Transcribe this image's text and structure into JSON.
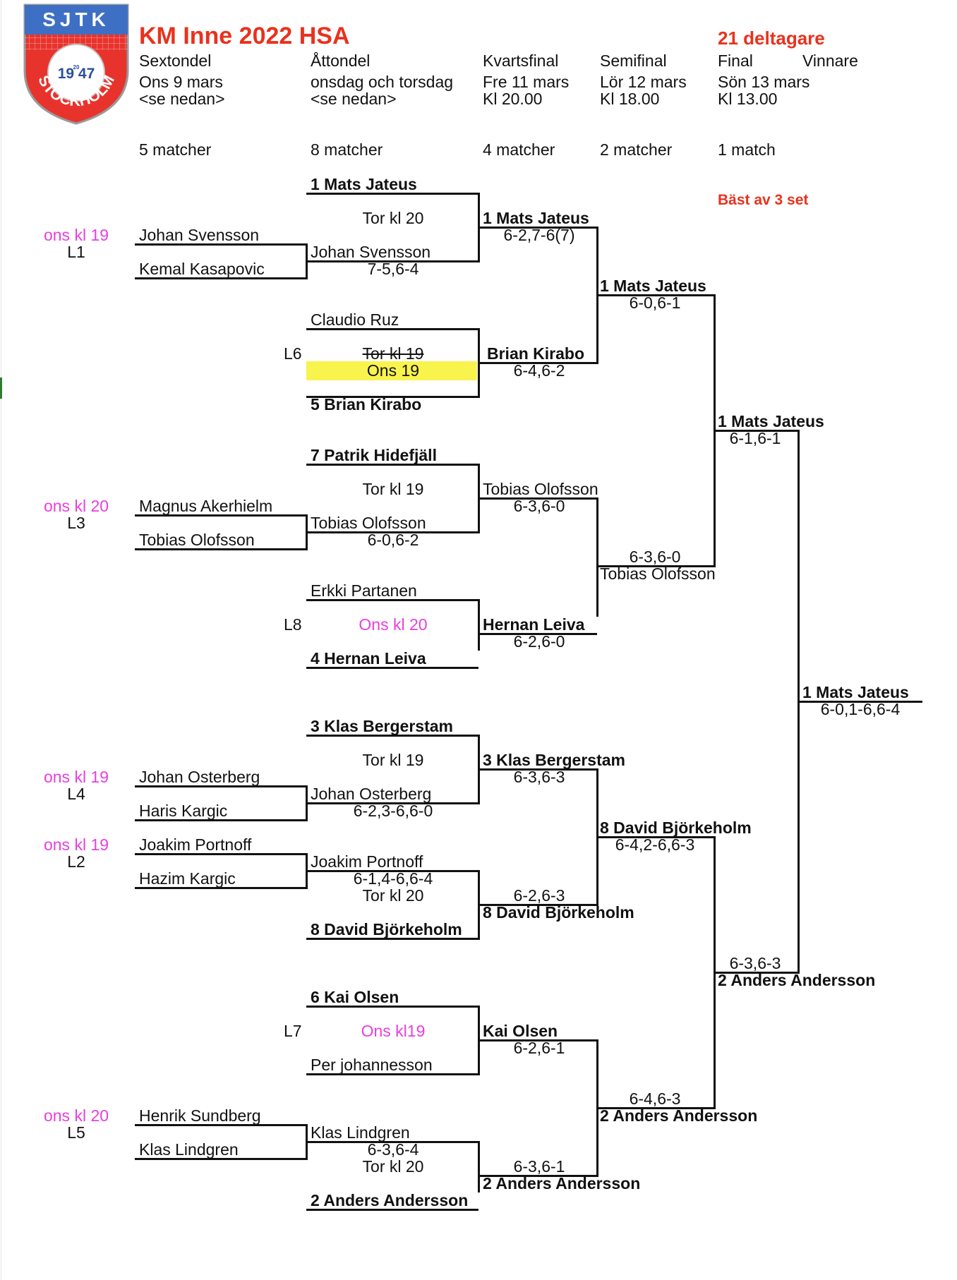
{
  "logo": {
    "text": "SJTK",
    "year": "19 47",
    "year_mid": "20",
    "city": "STOCKHOLM",
    "colors": {
      "blue": "#3d6fc4",
      "red": "#e8332c"
    }
  },
  "header": {
    "title": "KM Inne 2022 HSA",
    "participants": "21 deltagare",
    "best_of": "Bäst av 3 set"
  },
  "rounds": [
    {
      "name": "Sextondel",
      "date": "Ons 9 mars",
      "time": "<se nedan>",
      "matches": "5 matcher"
    },
    {
      "name": "Åttondel",
      "date": "onsdag och torsdag",
      "time": "<se nedan>",
      "matches": "8 matcher"
    },
    {
      "name": "Kvartsfinal",
      "date": "Fre 11 mars",
      "time": "Kl 20.00",
      "matches": "4 matcher"
    },
    {
      "name": "Semifinal",
      "date": "Lör 12 mars",
      "time": "Kl 18.00",
      "matches": "2 matcher"
    },
    {
      "name": "Final",
      "date": "Sön 13 mars",
      "time": "Kl 13.00",
      "matches": "1 match"
    },
    {
      "name": "Vinnare"
    }
  ],
  "sextondel": [
    {
      "time": "ons kl 19",
      "code": "L1",
      "p1": "Johan Svensson",
      "p2": "Kemal Kasapovic"
    },
    {
      "time": "ons kl 20",
      "code": "L3",
      "p1": "Magnus Akerhielm",
      "p2": "Tobias Olofsson"
    },
    {
      "time": "ons kl 19",
      "code": "L4",
      "p1": "Johan Osterberg",
      "p2": "Haris Kargic"
    },
    {
      "time": "ons kl 19",
      "code": "L2",
      "p1": "Joakim Portnoff",
      "p2": "Hazim Kargic"
    },
    {
      "time": "ons kl 20",
      "code": "L5",
      "p1": "Henrik Sundberg",
      "p2": "Klas Lindgren"
    }
  ],
  "attondel": [
    {
      "p1": "1 Mats Jateus",
      "time": "Tor kl 20",
      "p2": "Johan Svensson",
      "score": "7-5,6-4"
    },
    {
      "p1": "Claudio Ruz",
      "code": "L6",
      "time_struck": "Tor kl 19",
      "time": "Ons 19",
      "p2": "5 Brian Kirabo"
    },
    {
      "p1": "7 Patrik Hidefjäll",
      "time": "Tor kl 19",
      "p2": "Tobias Olofsson",
      "score": "6-0,6-2"
    },
    {
      "p1": "Erkki Partanen",
      "code": "L8",
      "time": "Ons kl 20",
      "p2": "4  Hernan Leiva"
    },
    {
      "p1": "3 Klas Bergerstam",
      "time": "Tor kl 19",
      "p2": "Johan Osterberg",
      "score": "6-2,3-6,6-0"
    },
    {
      "p1": "Joakim Portnoff",
      "score": "6-1,4-6,6-4",
      "time": "Tor kl 20",
      "p2": "8 David Björkeholm"
    },
    {
      "p1": "6 Kai Olsen",
      "code": "L7",
      "time": "Ons kl19",
      "p2": "Per johannesson"
    },
    {
      "p1": "Klas Lindgren",
      "score": "6-3,6-4",
      "time": "Tor kl 20",
      "p2": "2 Anders Andersson"
    }
  ],
  "kvartsfinal": [
    {
      "name": "1 Mats Jateus",
      "score": "6-2,7-6(7)"
    },
    {
      "name": "Brian Kirabo",
      "score": "6-4,6-2"
    },
    {
      "name": "Tobias Olofsson",
      "score": "6-3,6-0"
    },
    {
      "name": "Hernan Leiva",
      "score": "6-2,6-0"
    },
    {
      "name": "3 Klas Bergerstam",
      "score": "6-3,6-3"
    },
    {
      "name": "8 David Björkeholm",
      "score": "6-2,6-3"
    },
    {
      "name": "Kai Olsen",
      "score": "6-2,6-1"
    },
    {
      "name": "2 Anders Andersson",
      "score": "6-3,6-1"
    }
  ],
  "semifinal": [
    {
      "name": "1 Mats Jateus",
      "score": "6-0,6-1"
    },
    {
      "name": "Tobias Olofsson",
      "score": "6-3,6-0"
    },
    {
      "name": "8 David Björkeholm",
      "score": "6-4,2-6,6-3"
    },
    {
      "name": "2 Anders Andersson",
      "score": "6-4,6-3"
    }
  ],
  "final": [
    {
      "name": "1 Mats Jateus",
      "score": "6-1,6-1"
    },
    {
      "name": "2 Anders Andersson",
      "score": "6-3,6-3"
    }
  ],
  "winner": {
    "name": "1 Mats Jateus",
    "score": "6-0,1-6,6-4"
  }
}
